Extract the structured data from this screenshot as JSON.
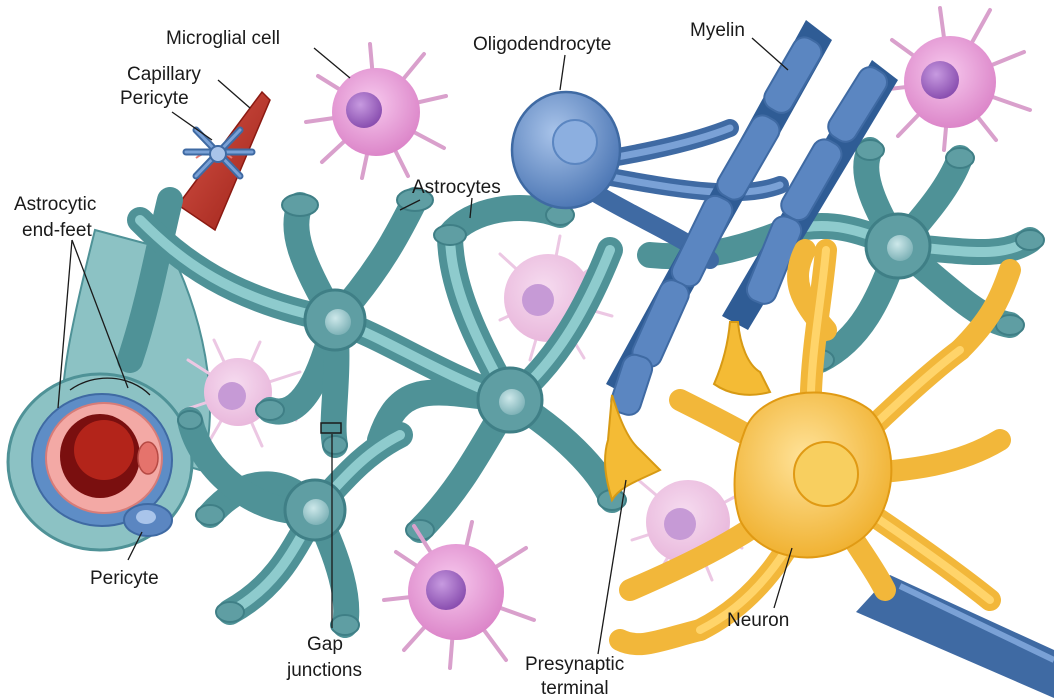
{
  "diagram": {
    "labels": {
      "microglial_cell": "Microglial cell",
      "capillary": "Capillary",
      "pericyte_top": "Pericyte",
      "astrocytic_endfeet_line1": "Astrocytic",
      "astrocytic_endfeet_line2": "end-feet",
      "pericyte_bottom": "Pericyte",
      "oligodendrocyte": "Oligodendrocyte",
      "myelin": "Myelin",
      "astrocytes": "Astrocytes",
      "gap_junctions_line1": "Gap",
      "gap_junctions_line2": "junctions",
      "presynaptic_line1": "Presynaptic",
      "presynaptic_line2": "terminal",
      "neuron": "Neuron"
    },
    "colors": {
      "astrocyte": "#5f9ea3",
      "microglia": "#e59ad6",
      "microglia_nucleus": "#a45cc3",
      "oligodendrocyte": "#5b86c1",
      "neuron": "#f2b73a",
      "capillary_red": "#c0392b",
      "vessel_wall": "#f2a3a3"
    }
  }
}
